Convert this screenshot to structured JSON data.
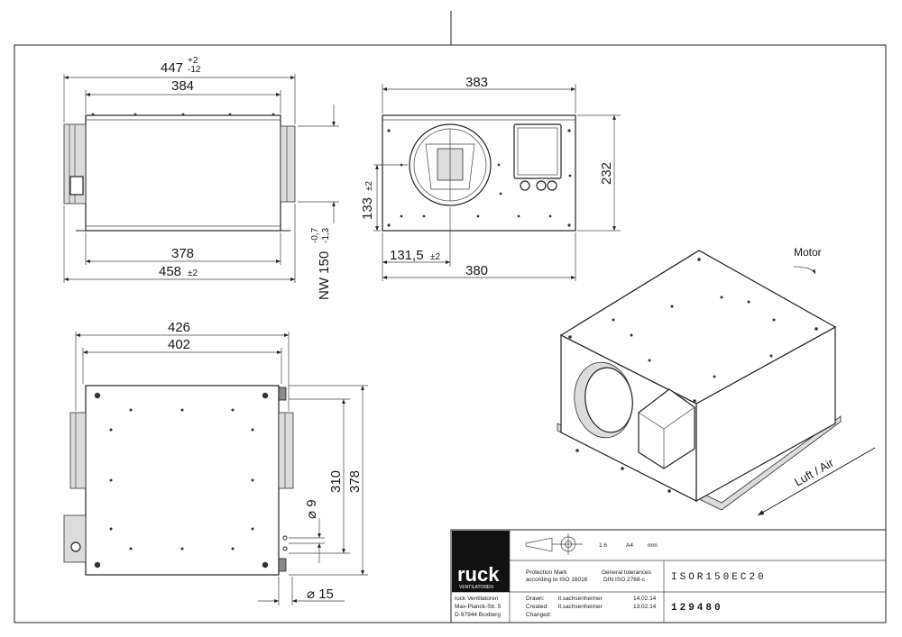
{
  "dimensions": {
    "front_overall": "447",
    "front_overall_tol_plus": "+2",
    "front_overall_tol_minus": "-12",
    "front_width": "384",
    "front_base": "378",
    "front_total": "458",
    "front_total_tol": "±2",
    "nominal": "NW 150",
    "nominal_tol_top": "-0,7",
    "nominal_tol_bottom": "-1,3",
    "side_width": "383",
    "side_height": "232",
    "side_spigot_height": "133",
    "side_spigot_height_tol": "±2",
    "side_offset": "131,5",
    "side_offset_tol": "±2",
    "side_base": "380",
    "top_overall": "426",
    "top_inner": "402",
    "top_depth_inner": "310",
    "top_depth_outer": "378",
    "hole": "⌀ 9",
    "pitch": "⌀ 15"
  },
  "labels": {
    "motor": "Motor",
    "air": "Luft / Air"
  },
  "title_block": {
    "logo": "ruck",
    "logo_sub": "VENTILATOREN",
    "address_1": "ruck Ventilatoren",
    "address_2": "Max-Planck-Str. 5",
    "address_3": "D-97944 Boxberg",
    "scale": "1:6",
    "paper": "A4",
    "unit": "mm",
    "protection_1": "Protection Mark",
    "protection_2": "according to ISO 16016",
    "tolerances_1": "General tolerances",
    "tolerances_2": "DIN ISO 2768-c",
    "drawn_label": "Drawn:",
    "drawn_by": "ll.sachsenheimer",
    "drawn_date": "14.02.14",
    "created_label": "Created:",
    "created_by": "ll.sachsenheimer",
    "created_date": "13.02.14",
    "changed_label": "Changed:",
    "product_code": "ISOR150EC20",
    "drawing_number": "129480"
  },
  "colors": {
    "line": "#222222",
    "shade": "#dcdcdc",
    "logo_bg": "#111111"
  }
}
